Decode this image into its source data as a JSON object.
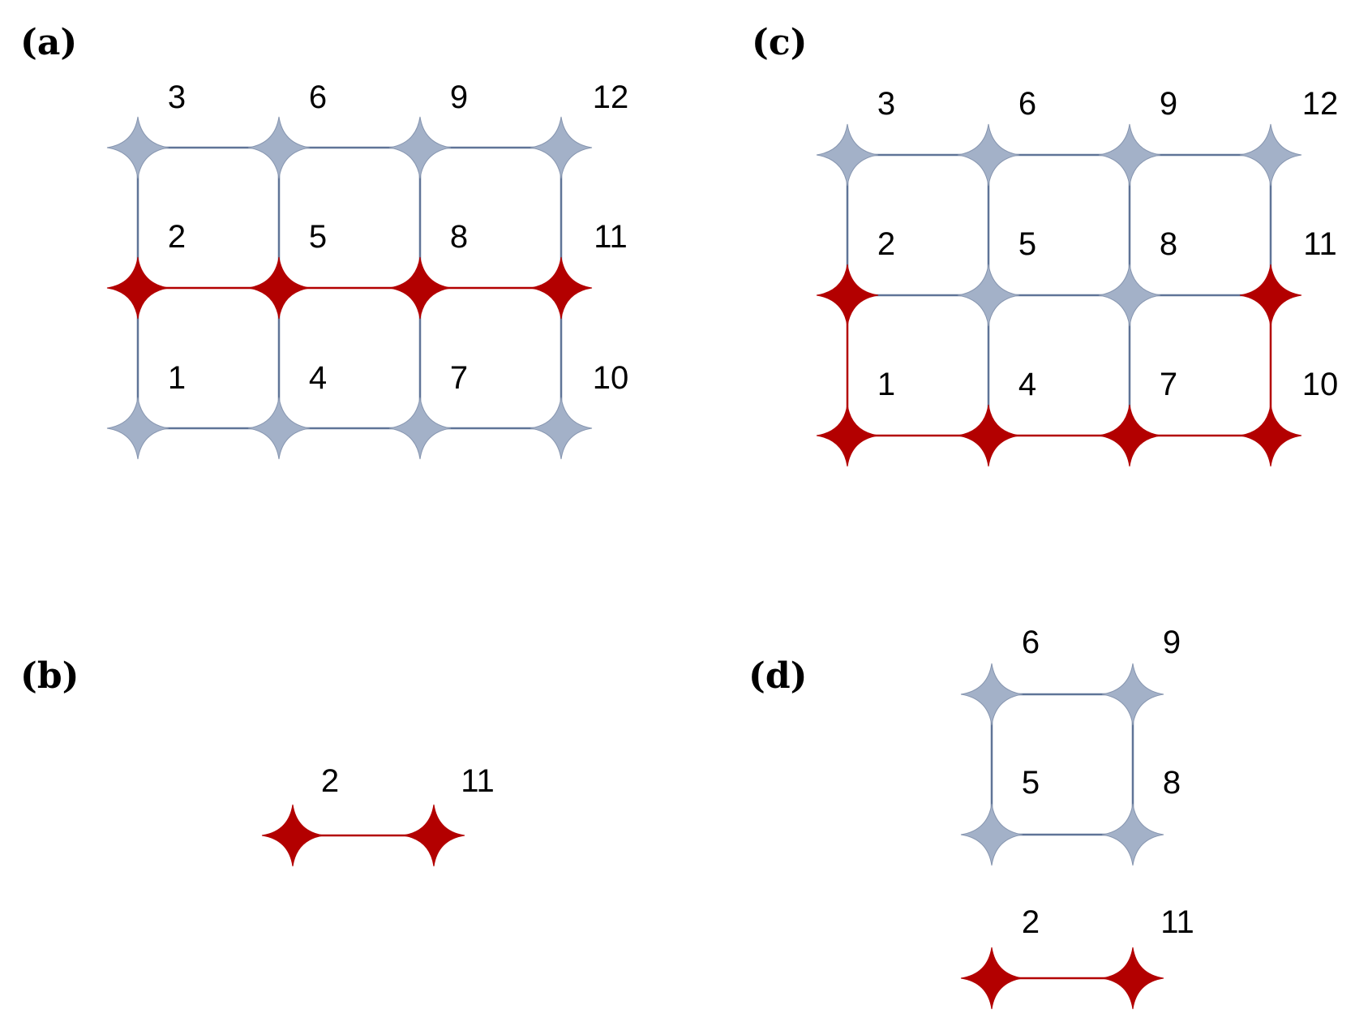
{
  "colors": {
    "gray": "#a3b1c8",
    "gray_edge": "#5f7497",
    "red": "#b30000",
    "red_edge": "#b30000"
  },
  "panels": [
    {
      "id": "a",
      "label": "(a)",
      "number_labels": [
        "3",
        "6",
        "9",
        "12",
        "2",
        "5",
        "8",
        "11",
        "1",
        "4",
        "7",
        "10"
      ],
      "red_nodes": [
        "r1c0",
        "r1c1",
        "r1c2",
        "r1c3"
      ],
      "red_edges": [
        "r1c0-r1c1",
        "r1c1-r1c2",
        "r1c2-r1c3"
      ]
    },
    {
      "id": "b",
      "label": "(b)",
      "number_labels": [
        "2",
        "11"
      ],
      "red_nodes": [
        "n0",
        "n1"
      ],
      "red_edges": [
        "n0-n1"
      ]
    },
    {
      "id": "c",
      "label": "(c)",
      "number_labels": [
        "3",
        "6",
        "9",
        "12",
        "2",
        "5",
        "8",
        "11",
        "1",
        "4",
        "7",
        "10"
      ],
      "red_nodes": [
        "r1c0",
        "r1c3",
        "r2c0",
        "r2c1",
        "r2c2",
        "r2c3"
      ],
      "red_edges": [
        "r1c0-r2c0",
        "r1c3-r2c3",
        "r2c0-r2c1",
        "r2c1-r2c2",
        "r2c2-r2c3"
      ]
    },
    {
      "id": "d",
      "label": "(d)",
      "number_labels": [
        "6",
        "9",
        "5",
        "8",
        "2",
        "11"
      ],
      "red_nodes": [
        "b0",
        "b1"
      ],
      "red_edges": [
        "b0-b1"
      ]
    }
  ]
}
